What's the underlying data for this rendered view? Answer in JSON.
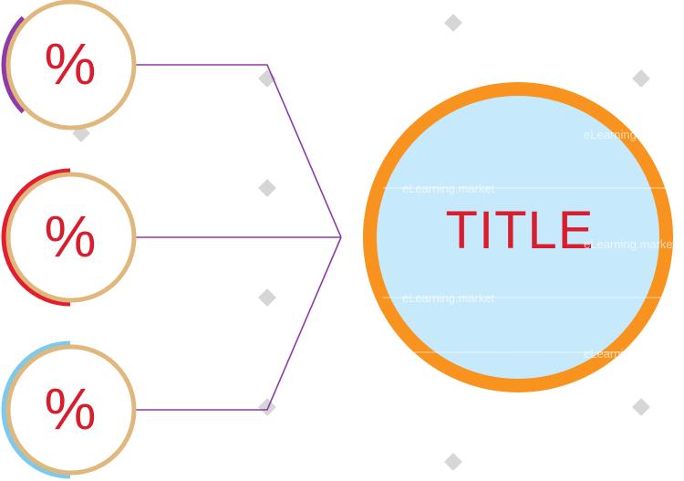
{
  "circles": [
    {
      "label": "%",
      "accent_color": "#8e3aa8",
      "fill": 0.25
    },
    {
      "label": "%",
      "accent_color": "#e31e2e",
      "fill": 0.5
    },
    {
      "label": "%",
      "accent_color": "#7cc9ee",
      "fill": 0.5
    }
  ],
  "main": {
    "title": "TITLE",
    "ring_color": "#f7931e",
    "fill_color": "#c6e9fb"
  },
  "colors": {
    "ring": "#e0b77c",
    "connector": "#8e3aa8",
    "percent_text": "#d81e2e"
  },
  "watermark": {
    "text": "eLearning.market"
  }
}
